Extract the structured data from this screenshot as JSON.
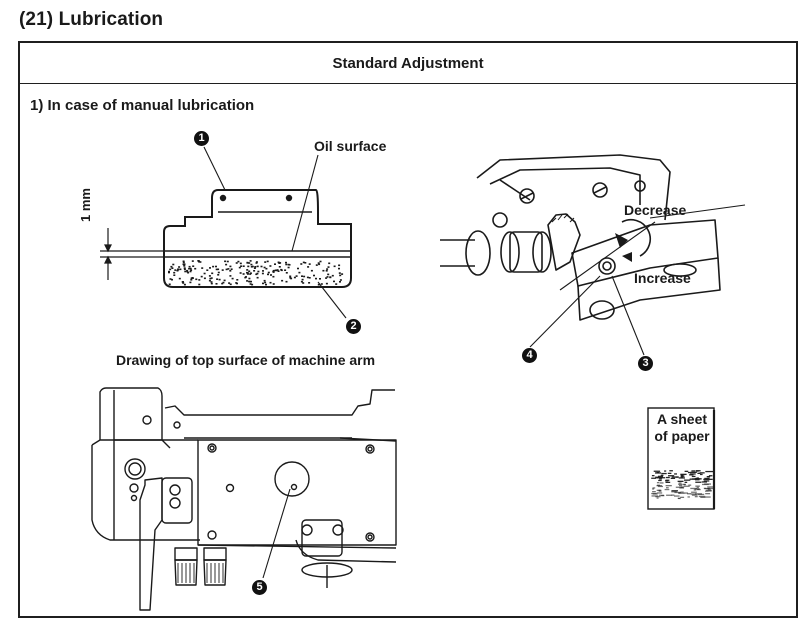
{
  "page": {
    "section_title": "(21) Lubrication"
  },
  "table": {
    "header": "Standard Adjustment",
    "subsection": "1) In case of manual lubrication"
  },
  "figure_oil_tank": {
    "dimension_label": "1 mm",
    "oil_surface_label": "Oil surface",
    "callouts": [
      "1",
      "2"
    ]
  },
  "figure_adjuster": {
    "decrease_label": "Decrease",
    "increase_label": "Increase",
    "callouts": [
      "3",
      "4"
    ]
  },
  "figure_machine_arm": {
    "caption": "Drawing of top surface of machine arm",
    "callouts": [
      "5"
    ]
  },
  "figure_paper": {
    "label_line1": "A sheet",
    "label_line2": "of paper"
  }
}
